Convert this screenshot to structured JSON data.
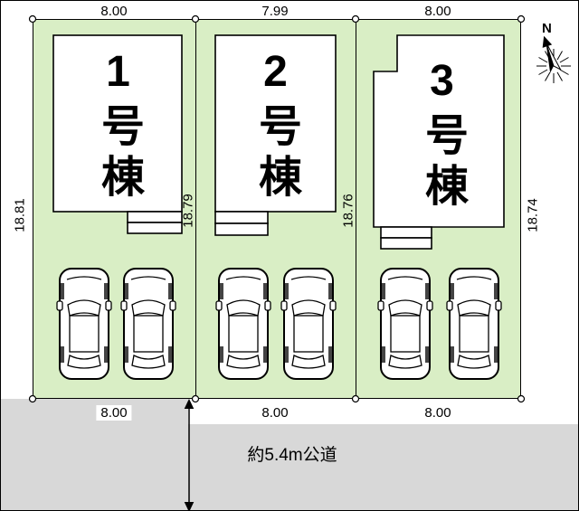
{
  "top_dims": [
    "8.00",
    "7.99",
    "8.00"
  ],
  "bottom_dims": [
    "8.00",
    "8.00",
    "8.00"
  ],
  "vertical_dims": [
    "18.81",
    "18.79",
    "18.76",
    "18.74"
  ],
  "lot_labels": [
    "1号棟",
    "2号棟",
    "3号棟"
  ],
  "road_label": "約5.4m公道",
  "compass_label": "N",
  "colors": {
    "lot_fill": "#d9eec5",
    "road_fill": "#d8d8d8",
    "line": "#000000",
    "building_fill": "#ffffff"
  }
}
